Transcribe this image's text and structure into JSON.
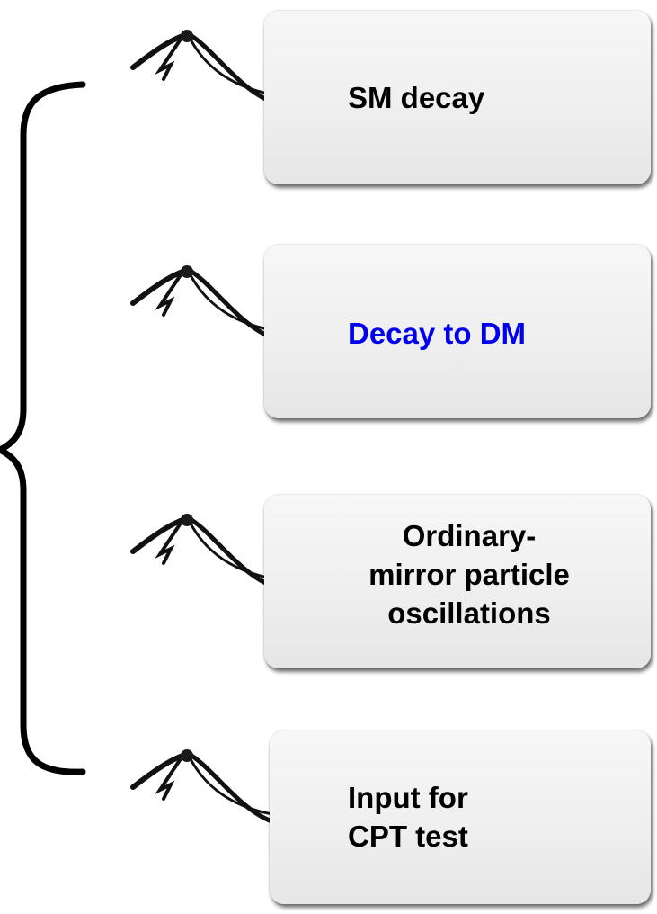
{
  "colors": {
    "label_default": "#000000",
    "label_highlight": "#0000ee",
    "string": "#111111",
    "brace": "#000000"
  },
  "tags": [
    {
      "lines": [
        "SM decay"
      ],
      "color": "#000000"
    },
    {
      "lines": [
        "Decay to DM"
      ],
      "color": "#0000ee"
    },
    {
      "lines": [
        "Ordinary-",
        "mirror particle",
        "oscillations"
      ],
      "color": "#000000"
    },
    {
      "lines": [
        "Input for",
        "CPT test"
      ],
      "color": "#000000"
    }
  ]
}
